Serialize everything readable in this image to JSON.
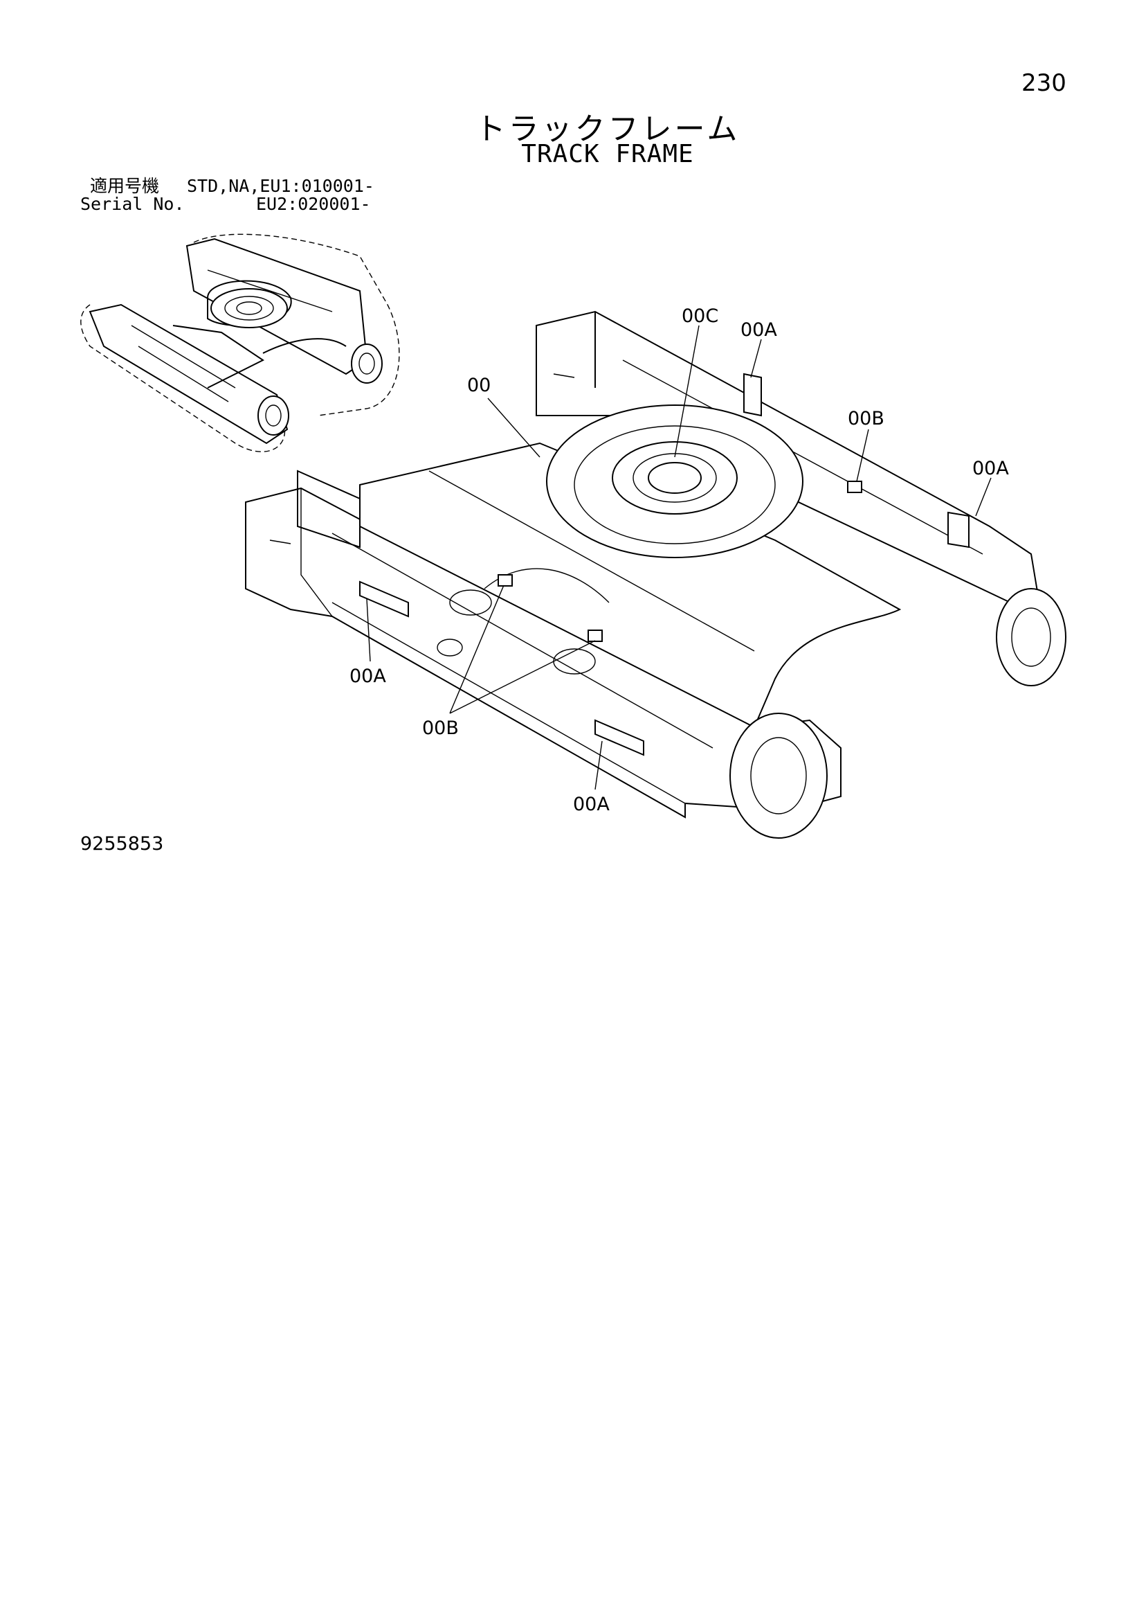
{
  "page_number": "230",
  "title_jp": "トラックフレーム",
  "title_en": "TRACK FRAME",
  "serial": {
    "label_jp": "適用号機",
    "label_en": "Serial No.",
    "value_line1": "STD,NA,EU1:010001-",
    "value_line2": "EU2:020001-"
  },
  "callouts": {
    "c00": "00",
    "c00c": "00C",
    "c00a_top": "00A",
    "c00b_right": "00B",
    "c00a_right": "00A",
    "c00a_left": "00A",
    "c00b_bottom": "00B",
    "c00a_bottom": "00A"
  },
  "drawing_number": "9255853"
}
